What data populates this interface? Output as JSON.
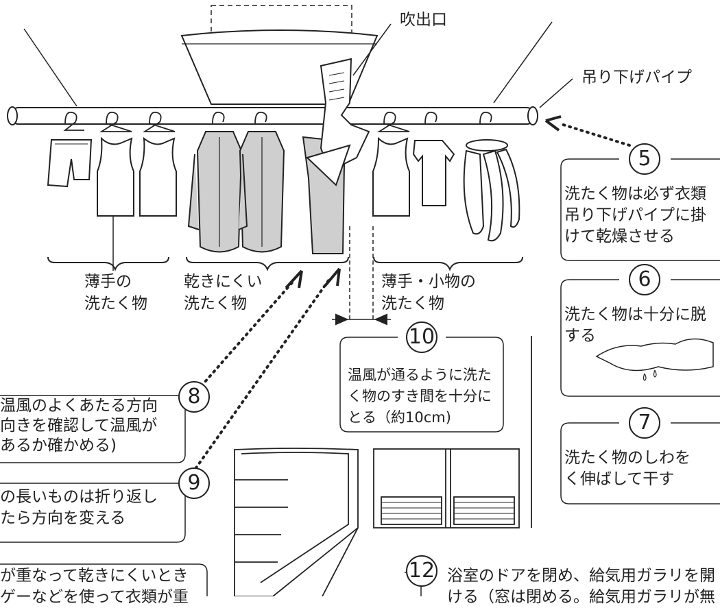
{
  "labels": {
    "outlet": "吹出口",
    "pipe": "吊り下げパイプ",
    "group_thin_l1": "薄手の",
    "group_thin_l2": "洗たく物",
    "group_slow_l1": "乾きにくい",
    "group_slow_l2": "洗たく物",
    "group_small_l1": "薄手・小物の",
    "group_small_l2": "洗たく物"
  },
  "notes": {
    "n5": {
      "number": "5",
      "lines": [
        "洗たく物は必ず衣類",
        "吊り下げパイプに掛",
        "けて乾燥させる"
      ]
    },
    "n6": {
      "number": "6",
      "lines": [
        "洗たく物は十分に脱",
        "する"
      ]
    },
    "n7": {
      "number": "7",
      "lines": [
        "洗たく物のしわを",
        "く伸ばして干す"
      ]
    },
    "n8": {
      "number": "8",
      "lines": [
        "温風のよくあたる方向",
        "向きを確認して温風が",
        "あるか確かめる)"
      ]
    },
    "n9": {
      "number": "9",
      "lines": [
        "の長いものは折り返し",
        "たら方向を変える"
      ]
    },
    "n10": {
      "number": "10",
      "lines": [
        "温風が通るように洗た",
        "く物のすき間を十分に",
        "とる（約10cm)"
      ]
    },
    "n11": {
      "lines": [
        "が重なって乾きにくいとき",
        "ゲーなどを使って衣類が重"
      ]
    },
    "n12": {
      "number": "12",
      "lines": [
        "浴室のドアを閉め、給気用ガラリを開",
        "ける（窓は閉める。給気用ガラリが無"
      ]
    }
  },
  "colors": {
    "line": "#222222",
    "cloth_dark": "#cfcfcf",
    "fill_light": "#ffffff"
  }
}
